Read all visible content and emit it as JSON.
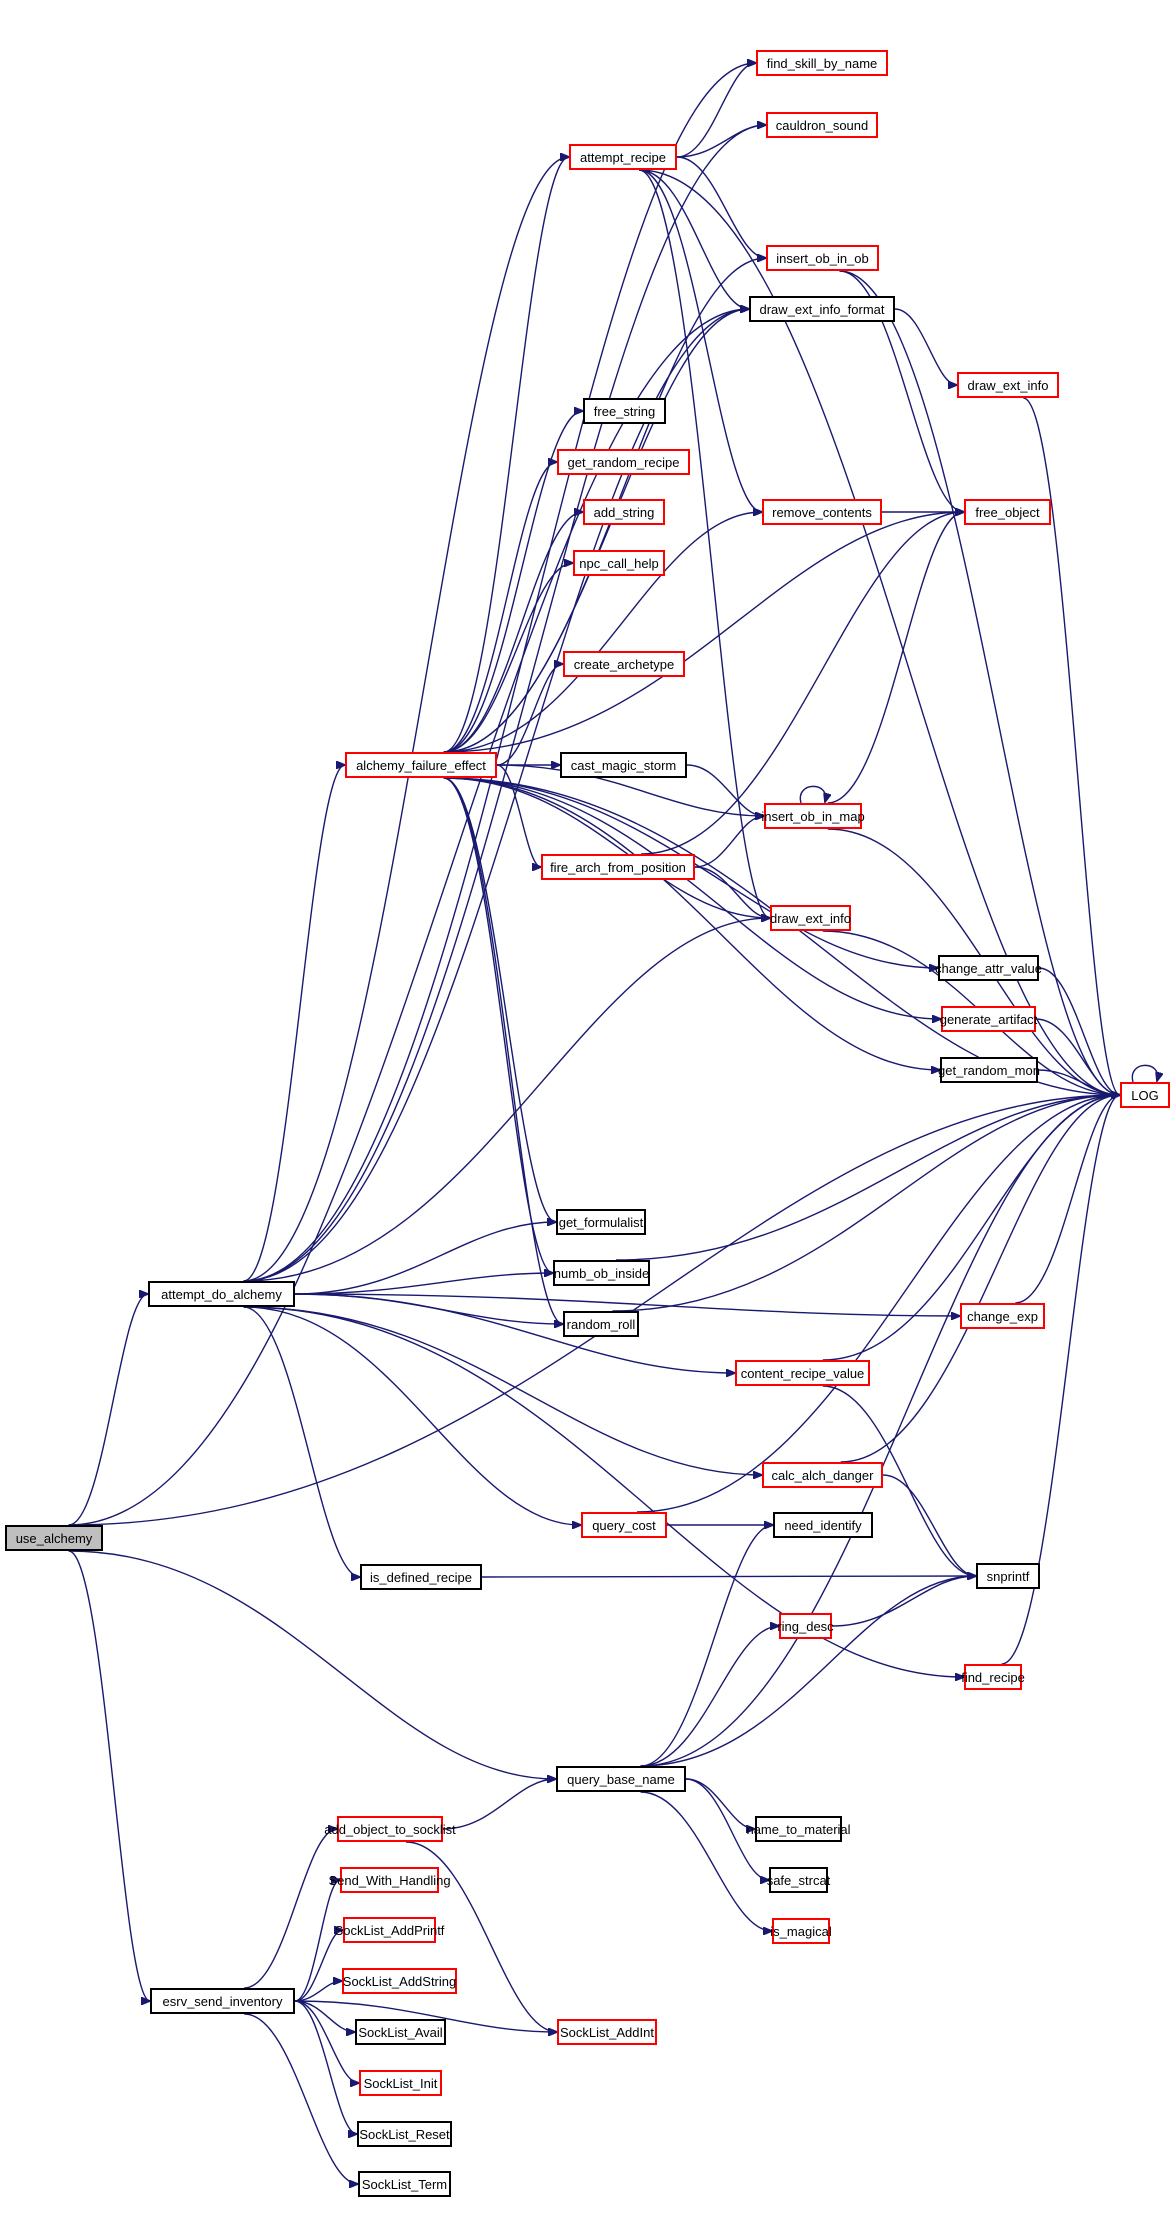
{
  "diagram": {
    "type": "call-graph",
    "edge_color": "#191970",
    "node_border_colors": {
      "documented": "#000000",
      "truncated": "#ff0000"
    },
    "root_fill": "#bfbfbf",
    "nodes": [
      {
        "id": "use_alchemy",
        "label": "use_alchemy",
        "style": "root"
      },
      {
        "id": "attempt_do_alchemy",
        "label": "attempt_do_alchemy",
        "style": "black"
      },
      {
        "id": "esrv_send_inventory",
        "label": "esrv_send_inventory",
        "style": "black"
      },
      {
        "id": "query_base_name",
        "label": "query_base_name",
        "style": "black"
      },
      {
        "id": "alchemy_failure_effect",
        "label": "alchemy_failure_effect",
        "style": "red"
      },
      {
        "id": "attempt_recipe",
        "label": "attempt_recipe",
        "style": "red"
      },
      {
        "id": "find_skill_by_name",
        "label": "find_skill_by_name",
        "style": "red"
      },
      {
        "id": "cauldron_sound",
        "label": "cauldron_sound",
        "style": "red"
      },
      {
        "id": "insert_ob_in_ob",
        "label": "insert_ob_in_ob",
        "style": "red"
      },
      {
        "id": "draw_ext_info_format",
        "label": "draw_ext_info_format",
        "style": "black"
      },
      {
        "id": "draw_ext_info_top",
        "label": "draw_ext_info",
        "style": "red"
      },
      {
        "id": "free_string",
        "label": "free_string",
        "style": "black"
      },
      {
        "id": "get_random_recipe",
        "label": "get_random_recipe",
        "style": "red"
      },
      {
        "id": "add_string",
        "label": "add_string",
        "style": "red"
      },
      {
        "id": "remove_contents",
        "label": "remove_contents",
        "style": "red"
      },
      {
        "id": "free_object",
        "label": "free_object",
        "style": "red"
      },
      {
        "id": "npc_call_help",
        "label": "npc_call_help",
        "style": "red"
      },
      {
        "id": "create_archetype",
        "label": "create_archetype",
        "style": "red"
      },
      {
        "id": "cast_magic_storm",
        "label": "cast_magic_storm",
        "style": "black"
      },
      {
        "id": "insert_ob_in_map",
        "label": "insert_ob_in_map",
        "style": "red"
      },
      {
        "id": "fire_arch_from_position",
        "label": "fire_arch_from_position",
        "style": "red"
      },
      {
        "id": "draw_ext_info",
        "label": "draw_ext_info",
        "style": "red"
      },
      {
        "id": "change_attr_value",
        "label": "change_attr_value",
        "style": "black"
      },
      {
        "id": "generate_artifact",
        "label": "generate_artifact",
        "style": "red"
      },
      {
        "id": "get_random_mon",
        "label": "get_random_mon",
        "style": "black"
      },
      {
        "id": "LOG",
        "label": "LOG",
        "style": "red"
      },
      {
        "id": "get_formulalist",
        "label": "get_formulalist",
        "style": "black"
      },
      {
        "id": "numb_ob_inside",
        "label": "numb_ob_inside",
        "style": "black"
      },
      {
        "id": "random_roll",
        "label": "random_roll",
        "style": "black"
      },
      {
        "id": "change_exp",
        "label": "change_exp",
        "style": "red"
      },
      {
        "id": "content_recipe_value",
        "label": "content_recipe_value",
        "style": "red"
      },
      {
        "id": "calc_alch_danger",
        "label": "calc_alch_danger",
        "style": "red"
      },
      {
        "id": "query_cost",
        "label": "query_cost",
        "style": "red"
      },
      {
        "id": "need_identify",
        "label": "need_identify",
        "style": "black"
      },
      {
        "id": "is_defined_recipe",
        "label": "is_defined_recipe",
        "style": "black"
      },
      {
        "id": "snprintf",
        "label": "snprintf",
        "style": "black"
      },
      {
        "id": "ring_desc",
        "label": "ring_desc",
        "style": "red"
      },
      {
        "id": "find_recipe",
        "label": "find_recipe",
        "style": "red"
      },
      {
        "id": "add_object_to_socklist",
        "label": "add_object_to_socklist",
        "style": "red"
      },
      {
        "id": "name_to_material",
        "label": "name_to_material",
        "style": "black"
      },
      {
        "id": "Send_With_Handling",
        "label": "Send_With_Handling",
        "style": "red"
      },
      {
        "id": "safe_strcat",
        "label": "safe_strcat",
        "style": "black"
      },
      {
        "id": "SockList_AddPrintf",
        "label": "SockList_AddPrintf",
        "style": "red"
      },
      {
        "id": "is_magical",
        "label": "is_magical",
        "style": "red"
      },
      {
        "id": "SockList_AddString",
        "label": "SockList_AddString",
        "style": "red"
      },
      {
        "id": "SockList_Avail",
        "label": "SockList_Avail",
        "style": "black"
      },
      {
        "id": "SockList_AddInt",
        "label": "SockList_AddInt",
        "style": "red"
      },
      {
        "id": "SockList_Init",
        "label": "SockList_Init",
        "style": "red"
      },
      {
        "id": "SockList_Reset",
        "label": "SockList_Reset",
        "style": "black"
      },
      {
        "id": "SockList_Term",
        "label": "SockList_Term",
        "style": "black"
      }
    ],
    "edges": [
      [
        "use_alchemy",
        "attempt_do_alchemy"
      ],
      [
        "use_alchemy",
        "esrv_send_inventory"
      ],
      [
        "use_alchemy",
        "query_base_name"
      ],
      [
        "use_alchemy",
        "draw_ext_info_format"
      ],
      [
        "use_alchemy",
        "LOG"
      ],
      [
        "attempt_do_alchemy",
        "attempt_recipe"
      ],
      [
        "attempt_do_alchemy",
        "find_skill_by_name"
      ],
      [
        "attempt_do_alchemy",
        "cauldron_sound"
      ],
      [
        "attempt_do_alchemy",
        "alchemy_failure_effect"
      ],
      [
        "attempt_do_alchemy",
        "draw_ext_info"
      ],
      [
        "attempt_do_alchemy",
        "get_formulalist"
      ],
      [
        "attempt_do_alchemy",
        "numb_ob_inside"
      ],
      [
        "attempt_do_alchemy",
        "random_roll"
      ],
      [
        "attempt_do_alchemy",
        "change_exp"
      ],
      [
        "attempt_do_alchemy",
        "content_recipe_value"
      ],
      [
        "attempt_do_alchemy",
        "calc_alch_danger"
      ],
      [
        "attempt_do_alchemy",
        "query_cost"
      ],
      [
        "attempt_do_alchemy",
        "is_defined_recipe"
      ],
      [
        "attempt_do_alchemy",
        "find_recipe"
      ],
      [
        "attempt_do_alchemy",
        "draw_ext_info_format"
      ],
      [
        "attempt_recipe",
        "find_skill_by_name"
      ],
      [
        "attempt_recipe",
        "cauldron_sound"
      ],
      [
        "attempt_recipe",
        "insert_ob_in_ob"
      ],
      [
        "attempt_recipe",
        "draw_ext_info_format"
      ],
      [
        "attempt_recipe",
        "remove_contents"
      ],
      [
        "attempt_recipe",
        "draw_ext_info"
      ],
      [
        "attempt_recipe",
        "LOG"
      ],
      [
        "alchemy_failure_effect",
        "attempt_recipe"
      ],
      [
        "alchemy_failure_effect",
        "insert_ob_in_ob"
      ],
      [
        "alchemy_failure_effect",
        "draw_ext_info_format"
      ],
      [
        "alchemy_failure_effect",
        "free_string"
      ],
      [
        "alchemy_failure_effect",
        "get_random_recipe"
      ],
      [
        "alchemy_failure_effect",
        "add_string"
      ],
      [
        "alchemy_failure_effect",
        "remove_contents"
      ],
      [
        "alchemy_failure_effect",
        "free_object"
      ],
      [
        "alchemy_failure_effect",
        "npc_call_help"
      ],
      [
        "alchemy_failure_effect",
        "create_archetype"
      ],
      [
        "alchemy_failure_effect",
        "cast_magic_storm"
      ],
      [
        "alchemy_failure_effect",
        "insert_ob_in_map"
      ],
      [
        "alchemy_failure_effect",
        "fire_arch_from_position"
      ],
      [
        "alchemy_failure_effect",
        "draw_ext_info"
      ],
      [
        "alchemy_failure_effect",
        "change_attr_value"
      ],
      [
        "alchemy_failure_effect",
        "generate_artifact"
      ],
      [
        "alchemy_failure_effect",
        "get_random_mon"
      ],
      [
        "alchemy_failure_effect",
        "LOG"
      ],
      [
        "alchemy_failure_effect",
        "get_formulalist"
      ],
      [
        "alchemy_failure_effect",
        "numb_ob_inside"
      ],
      [
        "alchemy_failure_effect",
        "random_roll"
      ],
      [
        "insert_ob_in_ob",
        "free_object"
      ],
      [
        "insert_ob_in_ob",
        "LOG"
      ],
      [
        "draw_ext_info_format",
        "draw_ext_info_top"
      ],
      [
        "draw_ext_info_top",
        "LOG"
      ],
      [
        "remove_contents",
        "free_object"
      ],
      [
        "cast_magic_storm",
        "insert_ob_in_map"
      ],
      [
        "insert_ob_in_map",
        "insert_ob_in_map"
      ],
      [
        "insert_ob_in_map",
        "free_object"
      ],
      [
        "insert_ob_in_map",
        "LOG"
      ],
      [
        "fire_arch_from_position",
        "insert_ob_in_map"
      ],
      [
        "fire_arch_from_position",
        "draw_ext_info"
      ],
      [
        "fire_arch_from_position",
        "free_object"
      ],
      [
        "draw_ext_info",
        "LOG"
      ],
      [
        "change_attr_value",
        "LOG"
      ],
      [
        "generate_artifact",
        "LOG"
      ],
      [
        "get_random_mon",
        "LOG"
      ],
      [
        "LOG",
        "LOG"
      ],
      [
        "numb_ob_inside",
        "LOG"
      ],
      [
        "random_roll",
        "LOG"
      ],
      [
        "change_exp",
        "LOG"
      ],
      [
        "content_recipe_value",
        "LOG"
      ],
      [
        "content_recipe_value",
        "snprintf"
      ],
      [
        "calc_alch_danger",
        "LOG"
      ],
      [
        "calc_alch_danger",
        "snprintf"
      ],
      [
        "query_cost",
        "LOG"
      ],
      [
        "query_cost",
        "need_identify"
      ],
      [
        "is_defined_recipe",
        "snprintf"
      ],
      [
        "ring_desc",
        "snprintf"
      ],
      [
        "find_recipe",
        "LOG"
      ],
      [
        "query_base_name",
        "need_identify"
      ],
      [
        "query_base_name",
        "ring_desc"
      ],
      [
        "query_base_name",
        "snprintf"
      ],
      [
        "query_base_name",
        "LOG"
      ],
      [
        "query_base_name",
        "name_to_material"
      ],
      [
        "query_base_name",
        "safe_strcat"
      ],
      [
        "query_base_name",
        "is_magical"
      ],
      [
        "esrv_send_inventory",
        "add_object_to_socklist"
      ],
      [
        "esrv_send_inventory",
        "Send_With_Handling"
      ],
      [
        "esrv_send_inventory",
        "SockList_AddPrintf"
      ],
      [
        "esrv_send_inventory",
        "SockList_AddString"
      ],
      [
        "esrv_send_inventory",
        "SockList_Avail"
      ],
      [
        "esrv_send_inventory",
        "SockList_Init"
      ],
      [
        "esrv_send_inventory",
        "SockList_Reset"
      ],
      [
        "esrv_send_inventory",
        "SockList_Term"
      ],
      [
        "esrv_send_inventory",
        "SockList_AddInt"
      ],
      [
        "add_object_to_socklist",
        "query_base_name"
      ],
      [
        "add_object_to_socklist",
        "SockList_AddInt"
      ]
    ]
  }
}
